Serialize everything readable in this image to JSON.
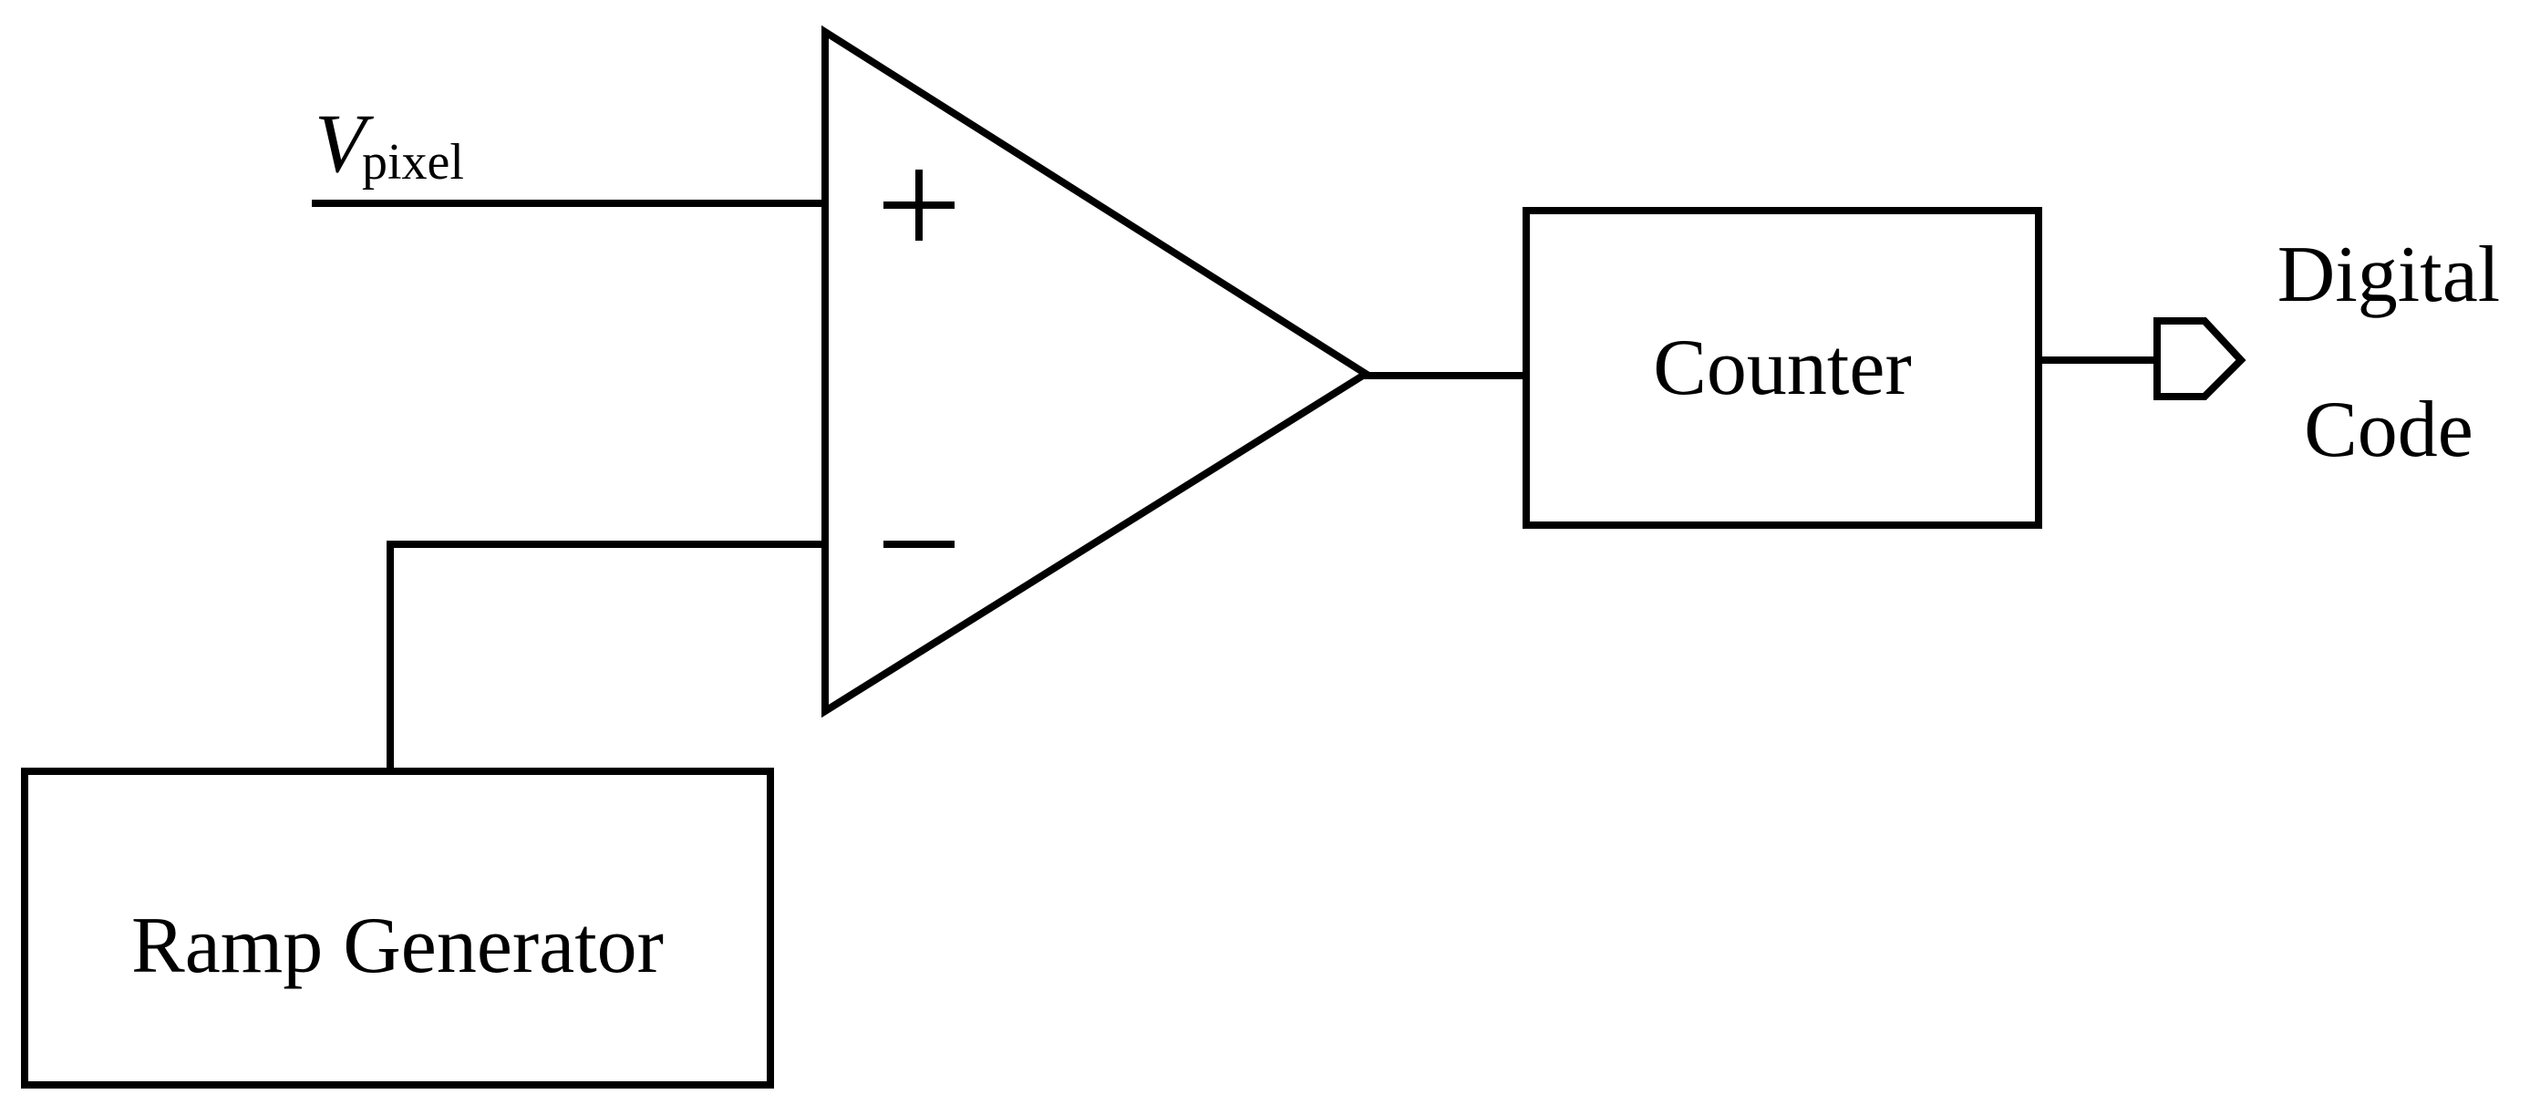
{
  "diagram": {
    "input_label": {
      "main": "V",
      "subscript": "pixel"
    },
    "comparator": {
      "plus_sign": "+",
      "minus_sign": "−"
    },
    "counter_label": "Counter",
    "ramp_generator_label": "Ramp Generator",
    "output_label": {
      "line1": "Digital",
      "line2": "Code"
    }
  }
}
